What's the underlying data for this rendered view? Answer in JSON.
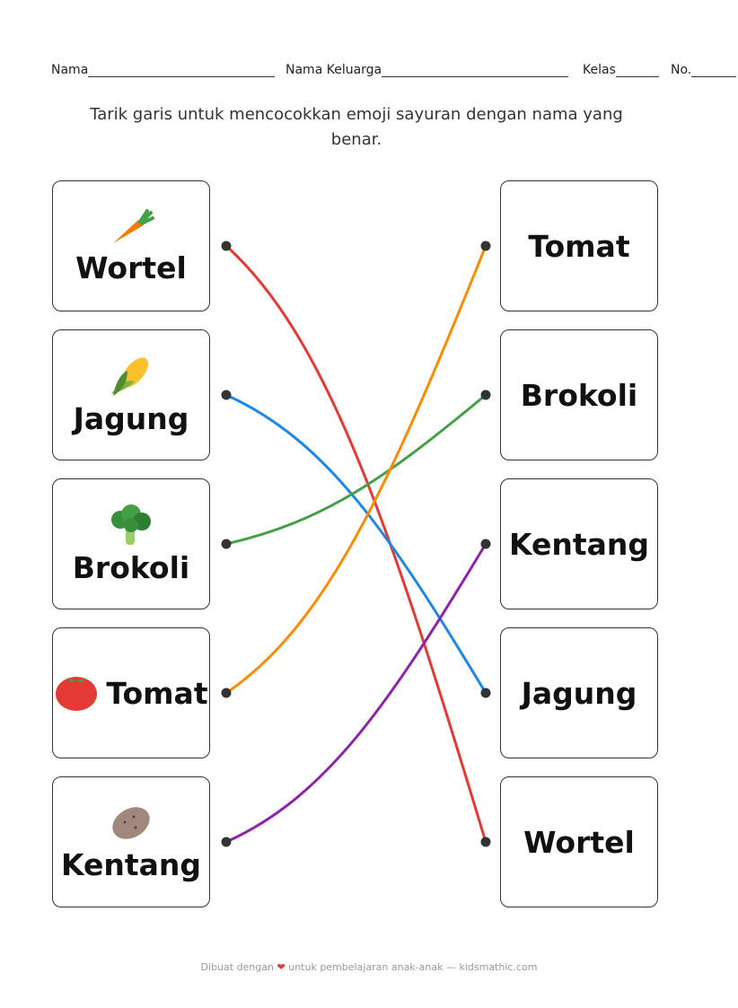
{
  "header": {
    "nama": "Nama",
    "nama_keluarga": "Nama Keluarga",
    "kelas": "Kelas",
    "no": "No."
  },
  "instruction": "Tarik garis untuk mencocokkan emoji sayuran dengan nama yang benar.",
  "left": [
    {
      "label": "Wortel",
      "icon": "carrot-icon"
    },
    {
      "label": "Jagung",
      "icon": "corn-icon"
    },
    {
      "label": "Brokoli",
      "icon": "broccoli-icon"
    },
    {
      "label": "Tomat",
      "icon": "tomato-icon"
    },
    {
      "label": "Kentang",
      "icon": "potato-icon"
    }
  ],
  "right": [
    {
      "label": "Tomat"
    },
    {
      "label": "Brokoli"
    },
    {
      "label": "Kentang"
    },
    {
      "label": "Jagung"
    },
    {
      "label": "Wortel"
    }
  ],
  "connections": [
    {
      "from": 0,
      "to": 4,
      "color": "#e53935"
    },
    {
      "from": 1,
      "to": 3,
      "color": "#1e88e5"
    },
    {
      "from": 2,
      "to": 1,
      "color": "#43a047"
    },
    {
      "from": 3,
      "to": 0,
      "color": "#fb8c00"
    },
    {
      "from": 4,
      "to": 2,
      "color": "#8e24aa"
    }
  ],
  "footer": {
    "before": "Dibuat dengan",
    "after": "untuk pembelajaran anak-anak — kidsmathic.com"
  }
}
